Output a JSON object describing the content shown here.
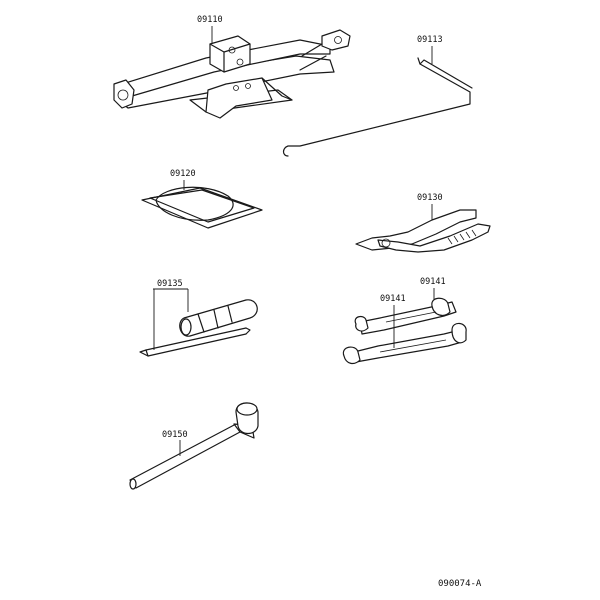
{
  "parts": {
    "jack": {
      "number": "09110"
    },
    "jack_handle": {
      "number": "09113"
    },
    "tool_bag": {
      "number": "09120"
    },
    "pliers": {
      "number": "09130"
    },
    "screwdriver": {
      "number": "09135"
    },
    "wrench_top": {
      "number": "09141"
    },
    "wrench_bottom": {
      "number": "09141"
    },
    "lug_wrench": {
      "number": "09150"
    }
  },
  "diagram_code": "090074-A"
}
